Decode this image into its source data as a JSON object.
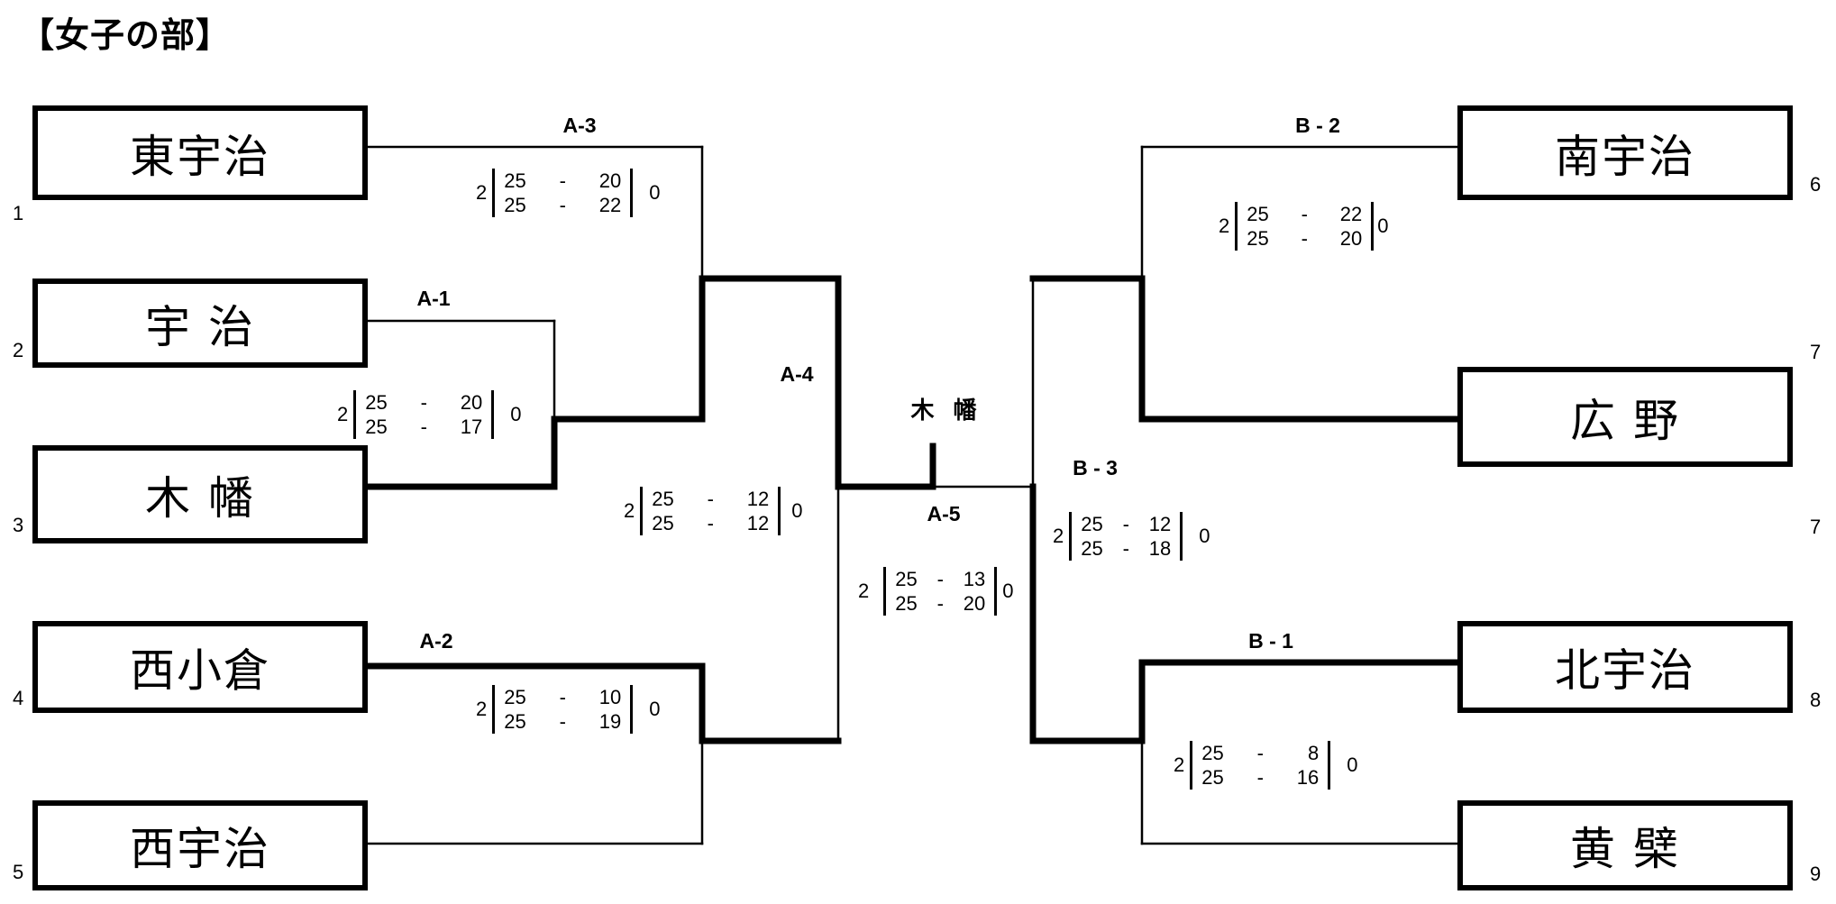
{
  "title": "【女子の部】",
  "teams_left": [
    {
      "seed": "1",
      "name": "東宇治"
    },
    {
      "seed": "2",
      "name": "宇 治"
    },
    {
      "seed": "3",
      "name": "木 幡"
    },
    {
      "seed": "4",
      "name": "西小倉"
    },
    {
      "seed": "5",
      "name": "西宇治"
    }
  ],
  "teams_right": [
    {
      "seed": "6",
      "name": "南宇治"
    },
    {
      "seed": "7",
      "name": "広 野"
    },
    {
      "seed": "7",
      "name": ""
    },
    {
      "seed": "8",
      "name": "北宇治"
    },
    {
      "seed": "9",
      "name": "黄 檗"
    }
  ],
  "champion": "木 幡",
  "matches": [
    {
      "id": "A-1",
      "winner_sets": "2",
      "loser_sets": "0",
      "games": [
        [
          "25",
          "20"
        ],
        [
          "25",
          "17"
        ]
      ]
    },
    {
      "id": "A-2",
      "winner_sets": "2",
      "loser_sets": "0",
      "games": [
        [
          "25",
          "10"
        ],
        [
          "25",
          "19"
        ]
      ]
    },
    {
      "id": "A-3",
      "winner_sets": "2",
      "loser_sets": "0",
      "games": [
        [
          "25",
          "20"
        ],
        [
          "25",
          "22"
        ]
      ]
    },
    {
      "id": "A-4",
      "winner_sets": "2",
      "loser_sets": "0",
      "games": [
        [
          "25",
          "12"
        ],
        [
          "25",
          "12"
        ]
      ]
    },
    {
      "id": "A-5",
      "winner_sets": "2",
      "loser_sets": "0",
      "games": [
        [
          "25",
          "13"
        ],
        [
          "25",
          "20"
        ]
      ]
    },
    {
      "id": "B - 1",
      "winner_sets": "2",
      "loser_sets": "0",
      "games": [
        [
          "25",
          "8"
        ],
        [
          "25",
          "16"
        ]
      ]
    },
    {
      "id": "B - 2",
      "winner_sets": "2",
      "loser_sets": "0",
      "games": [
        [
          "25",
          "22"
        ],
        [
          "25",
          "20"
        ]
      ]
    },
    {
      "id": "B - 3",
      "winner_sets": "2",
      "loser_sets": "0",
      "games": [
        [
          "25",
          "12"
        ],
        [
          "25",
          "18"
        ]
      ]
    }
  ],
  "dash": "-"
}
